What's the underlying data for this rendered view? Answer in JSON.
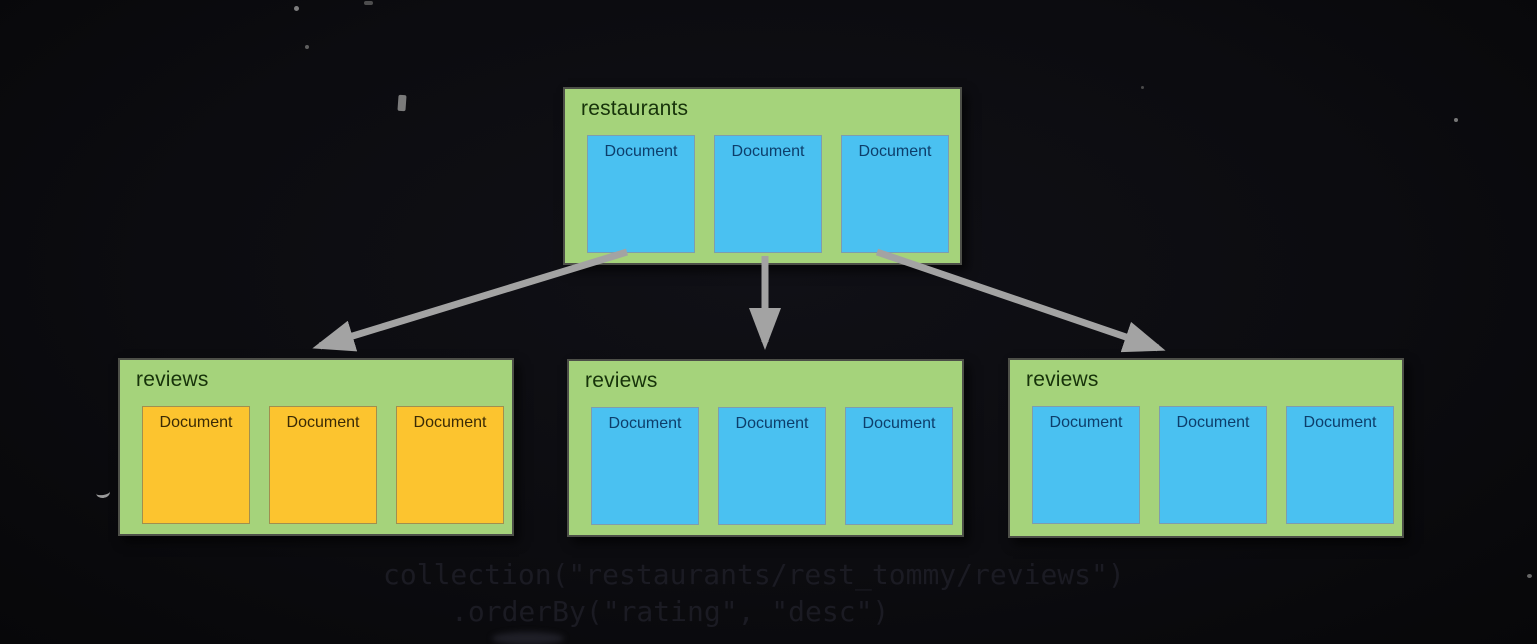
{
  "slide": {
    "description_colors": {
      "collection_bg": "#a5d37b",
      "document_blue": "#4ac1f1",
      "document_yellow": "#fcc42f",
      "arrow_gray": "#a3a3a3",
      "collection_title_text": "#17330a",
      "document_text_blue": "#0d3e6b",
      "document_text_yellow": "#3a2a05",
      "code_text": "#1b1b23",
      "background": "#0c0c10"
    }
  },
  "collections": [
    {
      "title": "restaurants",
      "doc_style": "blue",
      "documents": [
        "Document",
        "Document",
        "Document"
      ]
    },
    {
      "title": "reviews",
      "doc_style": "yellow",
      "documents": [
        "Document",
        "Document",
        "Document"
      ]
    },
    {
      "title": "reviews",
      "doc_style": "blue",
      "documents": [
        "Document",
        "Document",
        "Document"
      ]
    },
    {
      "title": "reviews",
      "doc_style": "blue",
      "documents": [
        "Document",
        "Document",
        "Document"
      ]
    }
  ],
  "code": {
    "lines": [
      "collection(\"restaurants/rest_tommy/reviews\")",
      ".orderBy(\"rating\", \"desc\")"
    ]
  }
}
